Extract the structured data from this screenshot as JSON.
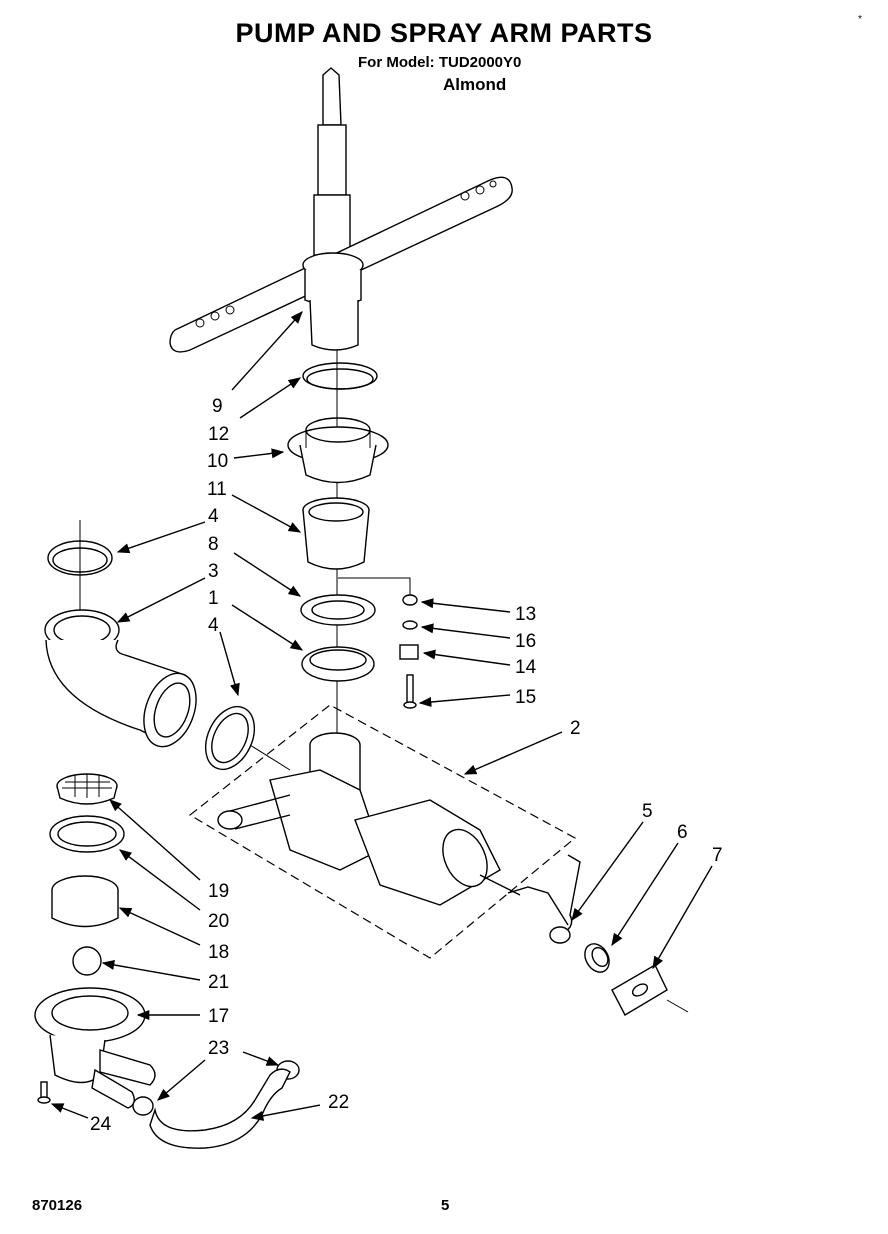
{
  "header": {
    "title": "PUMP AND SPRAY ARM PARTS",
    "model_line": "For Model: TUD2000Y0",
    "color": "Almond"
  },
  "footer": {
    "code": "870126",
    "page": "5"
  },
  "callouts": [
    {
      "id": "c9",
      "label": "9"
    },
    {
      "id": "c12",
      "label": "12"
    },
    {
      "id": "c10",
      "label": "10"
    },
    {
      "id": "c11",
      "label": "11"
    },
    {
      "id": "c4a",
      "label": "4"
    },
    {
      "id": "c8",
      "label": "8"
    },
    {
      "id": "c3",
      "label": "3"
    },
    {
      "id": "c1",
      "label": "1"
    },
    {
      "id": "c4b",
      "label": "4"
    },
    {
      "id": "c13",
      "label": "13"
    },
    {
      "id": "c16",
      "label": "16"
    },
    {
      "id": "c14",
      "label": "14"
    },
    {
      "id": "c15",
      "label": "15"
    },
    {
      "id": "c2",
      "label": "2"
    },
    {
      "id": "c5",
      "label": "5"
    },
    {
      "id": "c6",
      "label": "6"
    },
    {
      "id": "c7",
      "label": "7"
    },
    {
      "id": "c19",
      "label": "19"
    },
    {
      "id": "c20",
      "label": "20"
    },
    {
      "id": "c18",
      "label": "18"
    },
    {
      "id": "c21",
      "label": "21"
    },
    {
      "id": "c17",
      "label": "17"
    },
    {
      "id": "c23",
      "label": "23"
    },
    {
      "id": "c22",
      "label": "22"
    },
    {
      "id": "c24",
      "label": "24"
    }
  ]
}
